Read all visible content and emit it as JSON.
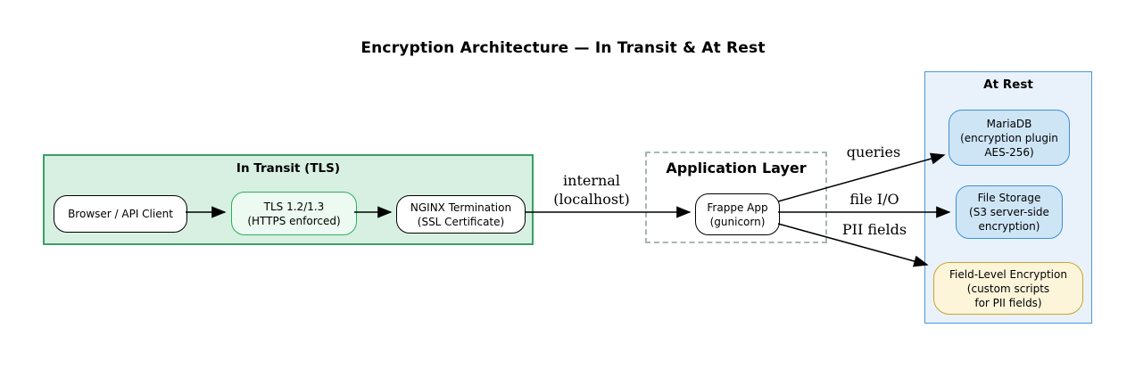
{
  "title": "Encryption Architecture — In Transit & At Rest",
  "groups": {
    "in_transit": {
      "title": "In Transit (TLS)"
    },
    "application_layer": {
      "title": "Application Layer"
    },
    "at_rest": {
      "title": "At Rest"
    }
  },
  "nodes": {
    "browser": {
      "label": "Browser / API Client"
    },
    "tls": {
      "label": "TLS 1.2/1.3\n(HTTPS enforced)"
    },
    "nginx": {
      "label": "NGINX Termination\n(SSL Certificate)"
    },
    "frappe": {
      "label": "Frappe App\n(gunicorn)"
    },
    "mariadb": {
      "label": "MariaDB\n(encryption plugin\nAES-256)"
    },
    "file_storage": {
      "label": "File Storage\n(S3 server-side\nencryption)"
    },
    "field_level": {
      "label": "Field-Level Encryption\n(custom scripts\nfor PII fields)"
    }
  },
  "edges": {
    "internal": {
      "label": "internal\n(localhost)"
    },
    "queries": {
      "label": "queries"
    },
    "file_io": {
      "label": "file I/O"
    },
    "pii_fields": {
      "label": "PII fields"
    }
  },
  "colors": {
    "in_transit_fill": "#d7f0e1",
    "in_transit_border": "#38a066",
    "tls_node_fill": "#ecfaf1",
    "tls_node_border": "#2bae60",
    "app_layer_border": "#a8b5b5",
    "at_rest_fill": "#e9f2fb",
    "at_rest_border": "#4d95d5",
    "blue_node_fill": "#cee5f6",
    "blue_node_border": "#3e8ed6",
    "field_level_fill": "#fdf5da",
    "field_level_border": "#c9a42c",
    "arrow": "#000000"
  }
}
